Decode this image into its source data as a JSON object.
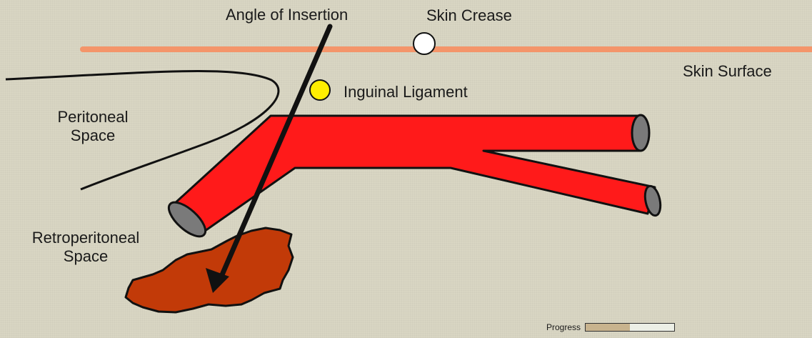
{
  "labels": {
    "angle_of_insertion": "Angle of Insertion",
    "skin_crease": "Skin Crease",
    "skin_surface": "Skin Surface",
    "inguinal_ligament": "Inguinal Ligament",
    "peritoneal_line1": "Peritoneal",
    "peritoneal_line2": "Space",
    "retroperitoneal_line1": "Retroperitoneal",
    "retroperitoneal_line2": "Space"
  },
  "progress": {
    "label": "Progress",
    "value": 0.5
  },
  "colors": {
    "skin_line": "#f4956a",
    "artery": "#ff1a1a",
    "vessel_end": "#7a7a7a",
    "hematoma": "#c23a08",
    "ligament_marker": "#ffee00",
    "crease_marker": "#ffffff"
  }
}
